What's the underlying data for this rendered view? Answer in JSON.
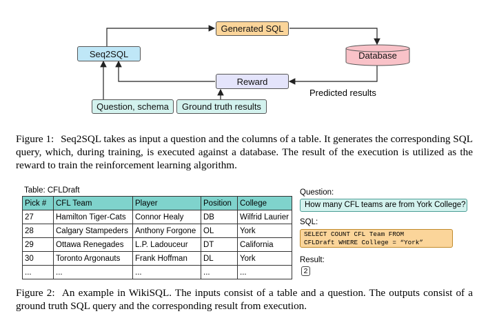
{
  "figure1": {
    "nodes": {
      "generated_sql": "Generated SQL",
      "seq2sql": "Seq2SQL",
      "database": "Database",
      "reward": "Reward",
      "question_schema": "Question, schema",
      "ground_truth": "Ground truth results",
      "predicted_results": "Predicted results"
    },
    "colors": {
      "generated_sql": "#fbd59a",
      "seq2sql": "#bfe7f7",
      "database": "#f9c2c8",
      "reward": "#e4e4fb",
      "inputs": "#d3f2ee"
    },
    "caption_label": "Figure 1:",
    "caption_text": "Seq2SQL takes as input a question and the columns of a table. It generates the corresponding SQL query, which, during training, is executed against a database. The result of the execution is utilized as the reward to train the reinforcement learning algorithm."
  },
  "figure2": {
    "table_title": "Table: CFLDraft",
    "columns": [
      "Pick #",
      "CFL Team",
      "Player",
      "Position",
      "College"
    ],
    "rows": [
      [
        "27",
        "Hamilton Tiger-Cats",
        "Connor Healy",
        "DB",
        "Wilfrid Laurier"
      ],
      [
        "28",
        "Calgary Stampeders",
        "Anthony Forgone",
        "OL",
        "York"
      ],
      [
        "29",
        "Ottawa Renegades",
        "L.P. Ladouceur",
        "DT",
        "California"
      ],
      [
        "30",
        "Toronto Argonauts",
        "Frank Hoffman",
        "DL",
        "York"
      ],
      [
        "...",
        "...",
        "...",
        "...",
        "..."
      ]
    ],
    "question_label": "Question:",
    "question": "How many CFL teams are from York College?",
    "sql_label": "SQL:",
    "sql_line1": "SELECT COUNT CFL Team FROM",
    "sql_line2": "CFLDraft WHERE College = “York”",
    "result_label": "Result:",
    "result": "2",
    "header_color": "#7fd3cc",
    "caption_label": "Figure 2:",
    "caption_text": "An example in WikiSQL. The inputs consist of a table and a question. The outputs consist of a ground truth SQL query and the corresponding result from execution."
  }
}
